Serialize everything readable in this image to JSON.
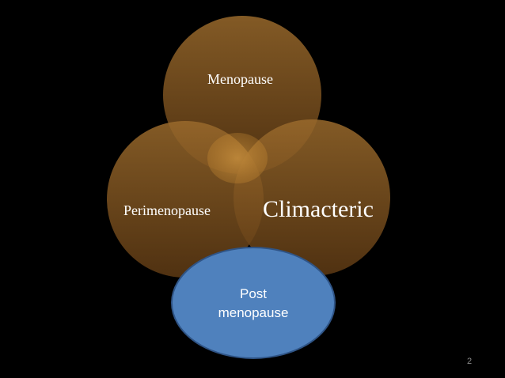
{
  "diagram": {
    "circle_top_label": "Menopause",
    "circle_left_label": "Perimenopause",
    "circle_right_label": "Climacteric",
    "ellipse_bottom_label_line1": "Post",
    "ellipse_bottom_label_line2": "menopause"
  },
  "colors": {
    "background": "#000000",
    "circle_top": "#9a6a2c",
    "circle_bottom": "#5e3a14",
    "overlap_highlight": "#d99a3c",
    "ellipse_fill": "#4f81bd",
    "ellipse_stroke": "#2f5486",
    "label_text": "#ffffff"
  },
  "slide": {
    "number": "2"
  }
}
